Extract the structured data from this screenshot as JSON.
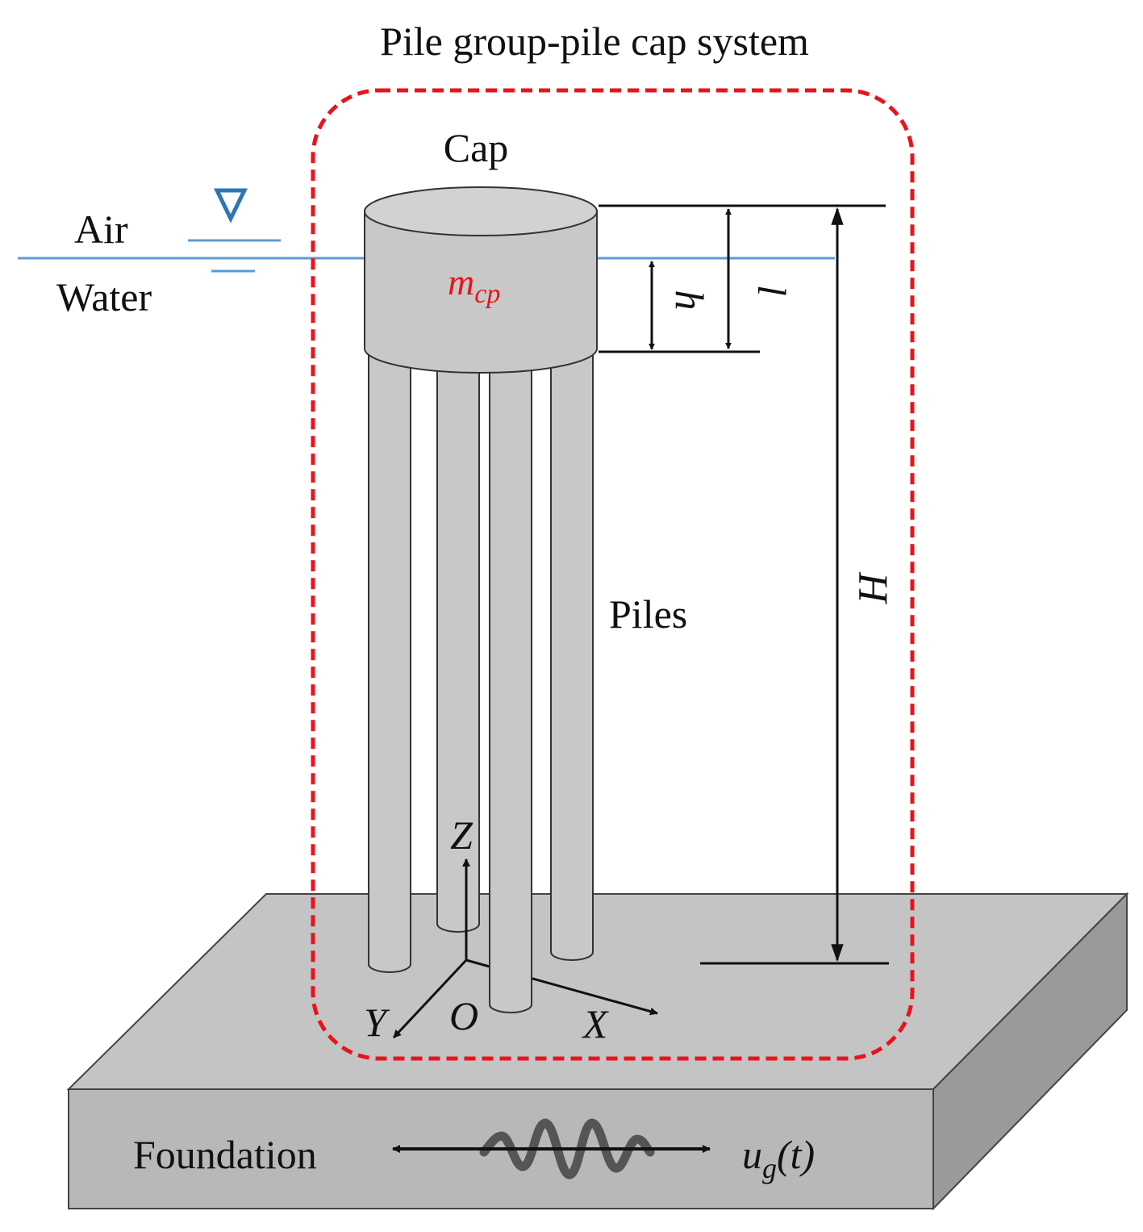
{
  "title": "Pile group-pile cap system",
  "labels": {
    "cap": "Cap",
    "air": "Air",
    "water": "Water",
    "piles": "Piles",
    "foundation": "Foundation",
    "cap_mass": "m",
    "cap_mass_sub": "cp",
    "dim_h": "h",
    "dim_l": "l",
    "dim_H": "H",
    "axis_z": "Z",
    "axis_y": "Y",
    "axis_x": "X",
    "origin": "O",
    "excitation": "u",
    "excitation_sub": "g",
    "excitation_arg": "(t)"
  },
  "colors": {
    "boundary": "#e8141c",
    "water_line": "#5b9bd5",
    "cap_mass_text": "#e8141c",
    "structure_fill": "#c8c8c8",
    "foundation_top": "#c4c4c4",
    "foundation_front": "#b8b8b8",
    "foundation_side": "#9a9a9a"
  },
  "icons": {
    "water_level_marker": "inverted-triangle-icon"
  }
}
